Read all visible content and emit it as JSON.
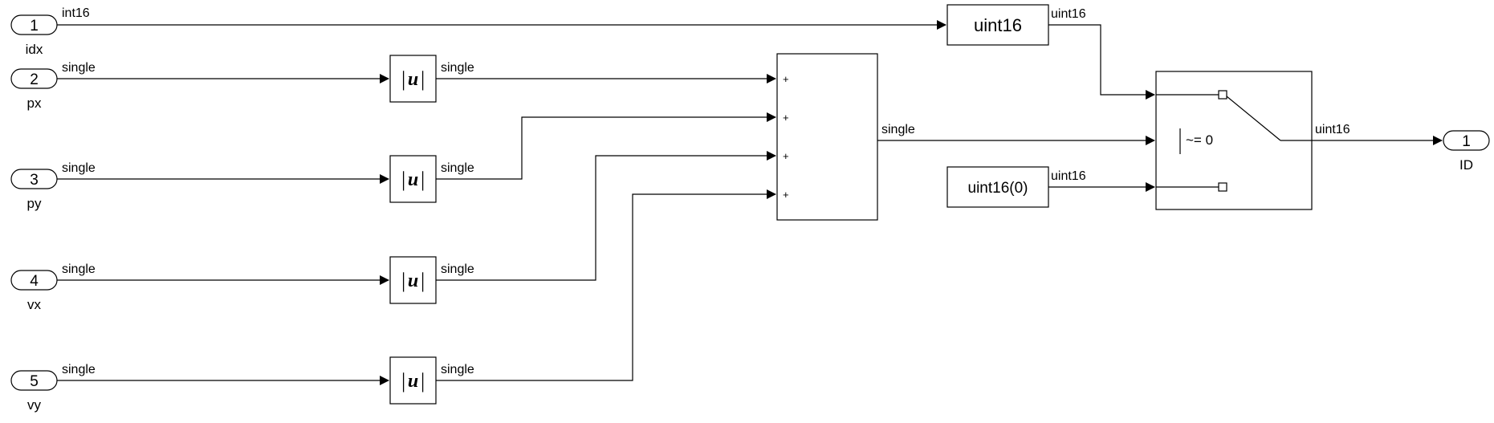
{
  "inports": [
    {
      "number": "1",
      "name": "idx",
      "signal": "int16"
    },
    {
      "number": "2",
      "name": "px",
      "signal": "single"
    },
    {
      "number": "3",
      "name": "py",
      "signal": "single"
    },
    {
      "number": "4",
      "name": "vx",
      "signal": "single"
    },
    {
      "number": "5",
      "name": "vy",
      "signal": "single"
    }
  ],
  "abs_blocks": [
    {
      "symbol": "u",
      "signal": "single"
    },
    {
      "symbol": "u",
      "signal": "single"
    },
    {
      "symbol": "u",
      "signal": "single"
    },
    {
      "symbol": "u",
      "signal": "single"
    }
  ],
  "sum_block": {
    "signs": [
      "+",
      "+",
      "+",
      "+"
    ],
    "signal": "single"
  },
  "convert_block": {
    "label": "uint16",
    "signal": "uint16"
  },
  "constant_block": {
    "label": "uint16(0)",
    "signal": "uint16"
  },
  "switch_block": {
    "criteria": "~= 0",
    "signal": "uint16"
  },
  "outport": {
    "number": "1",
    "name": "ID"
  }
}
